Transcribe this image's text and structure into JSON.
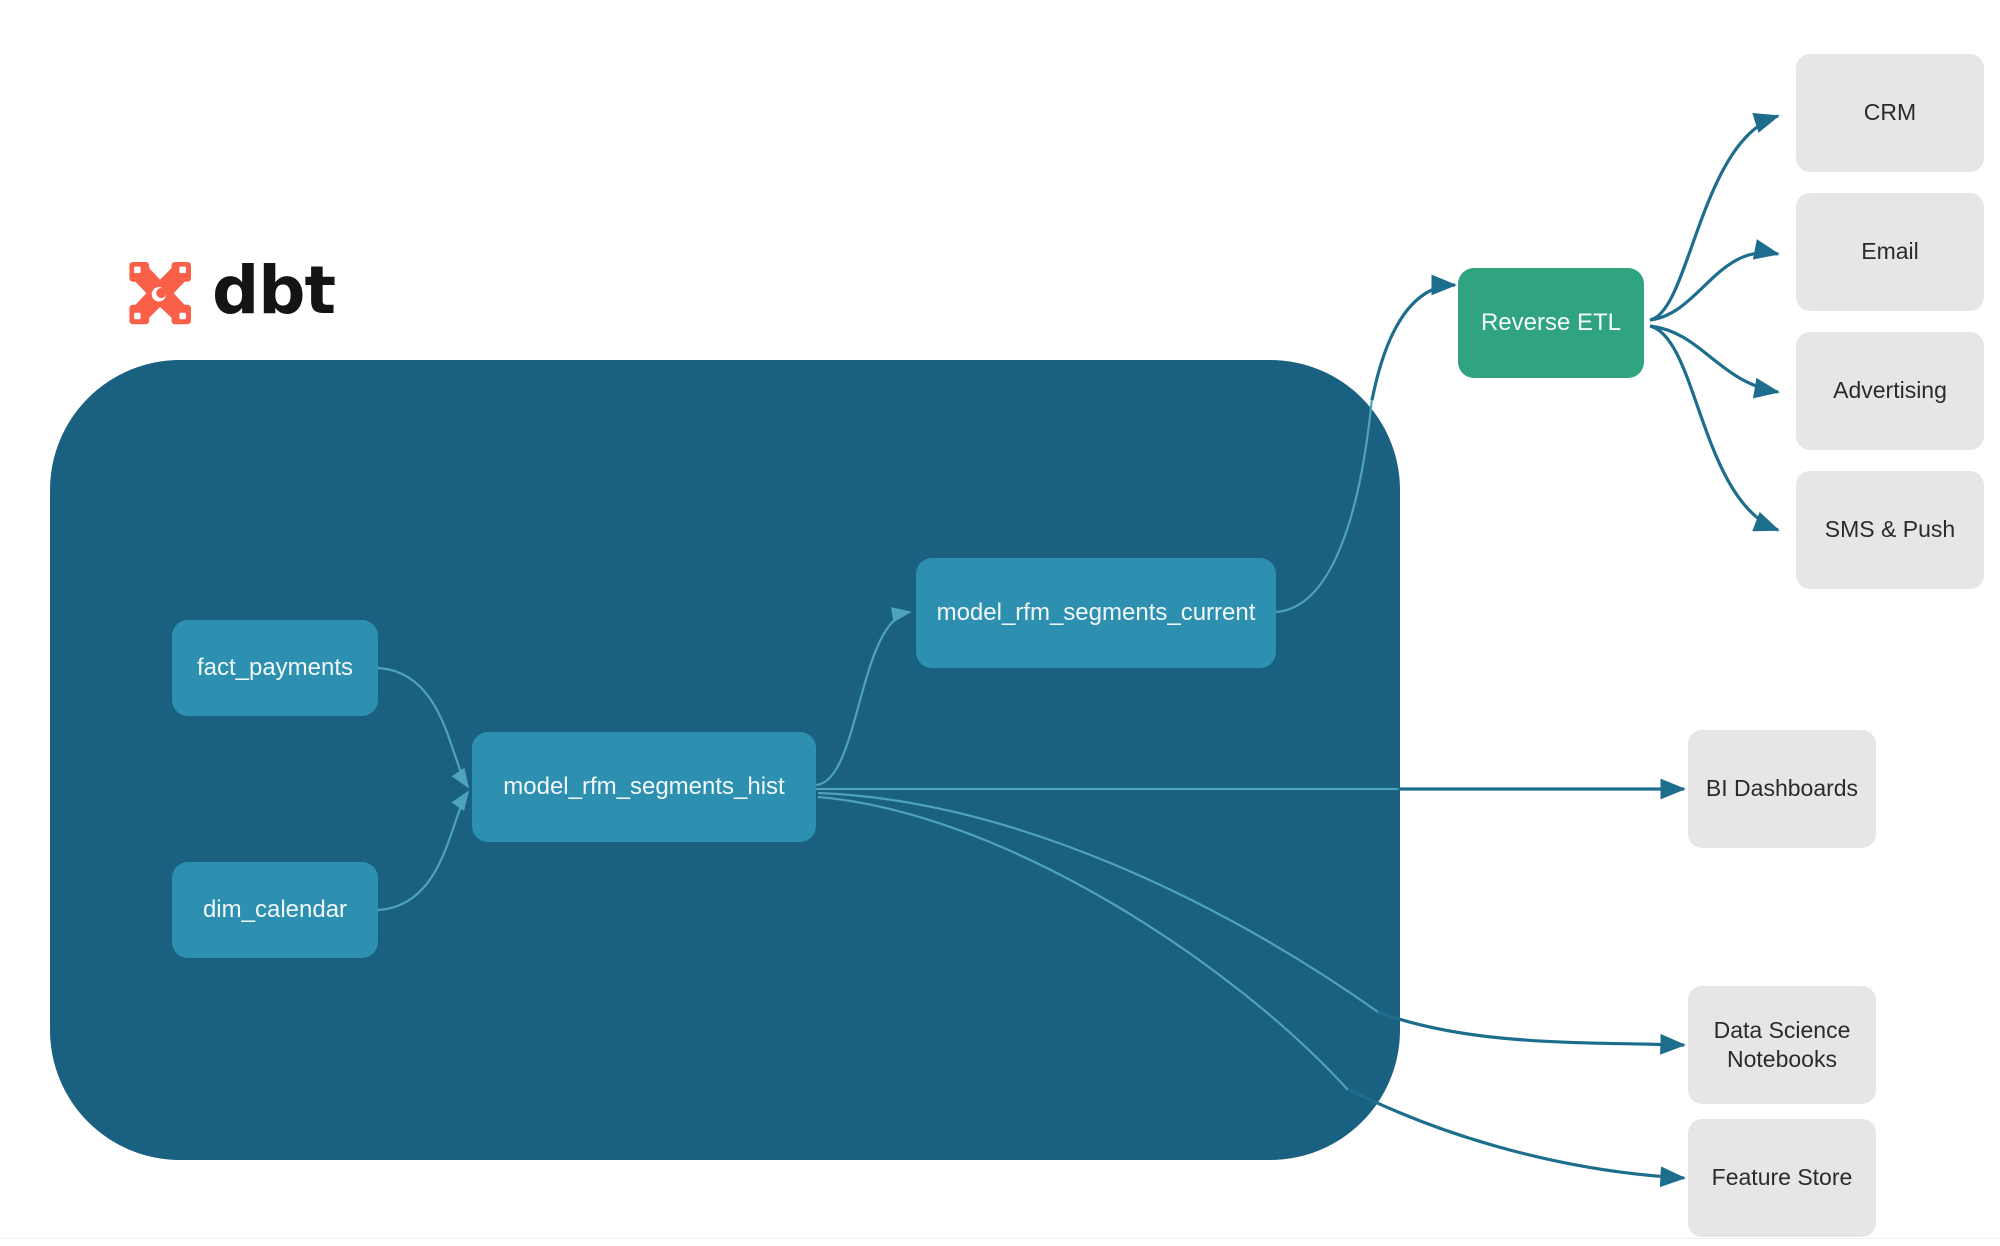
{
  "brand": {
    "wordmark": "dbt",
    "logo_icon": "dbt-x-mark",
    "logo_color": "#fa5f48"
  },
  "colors": {
    "project_container": "#1a6080",
    "model_node": "#2e90b0",
    "reverse_etl_node": "#30a481",
    "destination_node": "#e6e6e6",
    "edge_internal": "#4da3bd",
    "edge_external": "#1d6e8c",
    "canvas": "#ffffff"
  },
  "container": {
    "name": "dbt-project-boundary",
    "label": ""
  },
  "nodes": {
    "models": [
      {
        "id": "fact_payments",
        "label": "fact_payments"
      },
      {
        "id": "dim_calendar",
        "label": "dim_calendar"
      },
      {
        "id": "model_rfm_segments_hist",
        "label": "model_rfm_segments_hist"
      },
      {
        "id": "model_rfm_segments_current",
        "label": "model_rfm_segments_current"
      }
    ],
    "reverse_etl": {
      "id": "reverse_etl",
      "label": "Reverse ETL"
    },
    "activation_destinations": [
      {
        "id": "crm",
        "label": "CRM"
      },
      {
        "id": "email",
        "label": "Email"
      },
      {
        "id": "advertising",
        "label": "Advertising"
      },
      {
        "id": "sms_push",
        "label": "SMS & Push"
      }
    ],
    "analytics_destinations": [
      {
        "id": "bi_dashboards",
        "label": "BI Dashboards"
      },
      {
        "id": "data_science_notebooks",
        "label": "Data Science\nNotebooks",
        "line1": "Data Science",
        "line2": "Notebooks"
      },
      {
        "id": "feature_store",
        "label": "Feature Store"
      }
    ]
  },
  "edges": [
    {
      "from": "fact_payments",
      "to": "model_rfm_segments_hist",
      "style": "internal"
    },
    {
      "from": "dim_calendar",
      "to": "model_rfm_segments_hist",
      "style": "internal"
    },
    {
      "from": "model_rfm_segments_hist",
      "to": "model_rfm_segments_current",
      "style": "internal"
    },
    {
      "from": "model_rfm_segments_current",
      "to": "reverse_etl",
      "style": "external"
    },
    {
      "from": "model_rfm_segments_hist",
      "to": "bi_dashboards",
      "style": "external"
    },
    {
      "from": "model_rfm_segments_hist",
      "to": "data_science_notebooks",
      "style": "external"
    },
    {
      "from": "model_rfm_segments_hist",
      "to": "feature_store",
      "style": "external"
    },
    {
      "from": "reverse_etl",
      "to": "crm",
      "style": "external"
    },
    {
      "from": "reverse_etl",
      "to": "email",
      "style": "external"
    },
    {
      "from": "reverse_etl",
      "to": "advertising",
      "style": "external"
    },
    {
      "from": "reverse_etl",
      "to": "sms_push",
      "style": "external"
    }
  ]
}
